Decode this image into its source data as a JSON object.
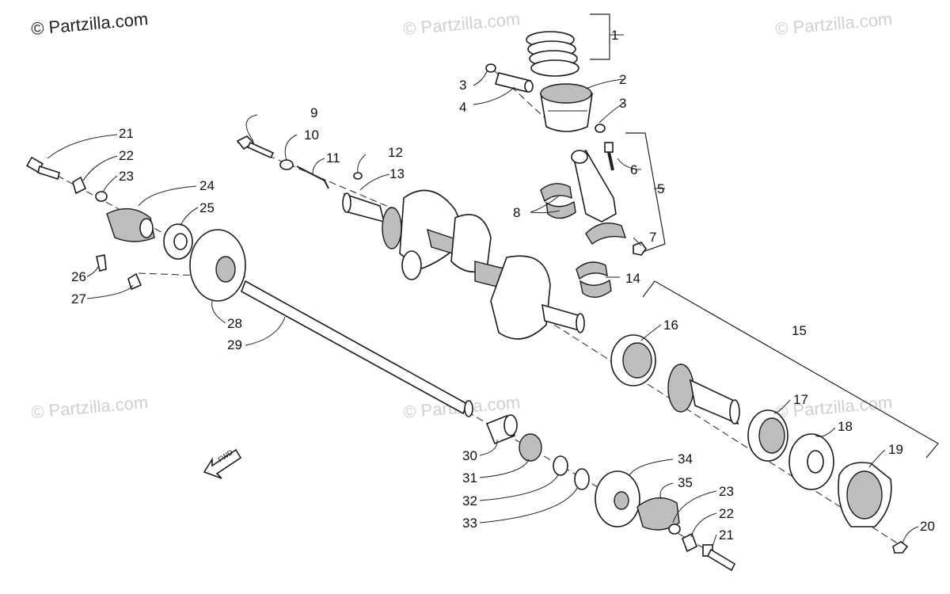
{
  "watermarks": {
    "main": "© Partzilla.com",
    "faint": "© Partzilla.com"
  },
  "fwd_label": "FWD",
  "callouts": {
    "c1": "1",
    "c2": "2",
    "c3a": "3",
    "c3b": "3",
    "c4": "4",
    "c5": "5",
    "c6": "6",
    "c7": "7",
    "c8": "8",
    "c9": "9",
    "c10": "10",
    "c11": "11",
    "c12": "12",
    "c13": "13",
    "c14": "14",
    "c15": "15",
    "c16": "16",
    "c17": "17",
    "c18": "18",
    "c19": "19",
    "c20": "20",
    "c21a": "21",
    "c21b": "21",
    "c22a": "22",
    "c22b": "22",
    "c23a": "23",
    "c23b": "23",
    "c24": "24",
    "c25": "25",
    "c26": "26",
    "c27": "27",
    "c28": "28",
    "c29": "29",
    "c30": "30",
    "c31": "31",
    "c32": "32",
    "c33": "33",
    "c34": "34",
    "c35": "35"
  }
}
